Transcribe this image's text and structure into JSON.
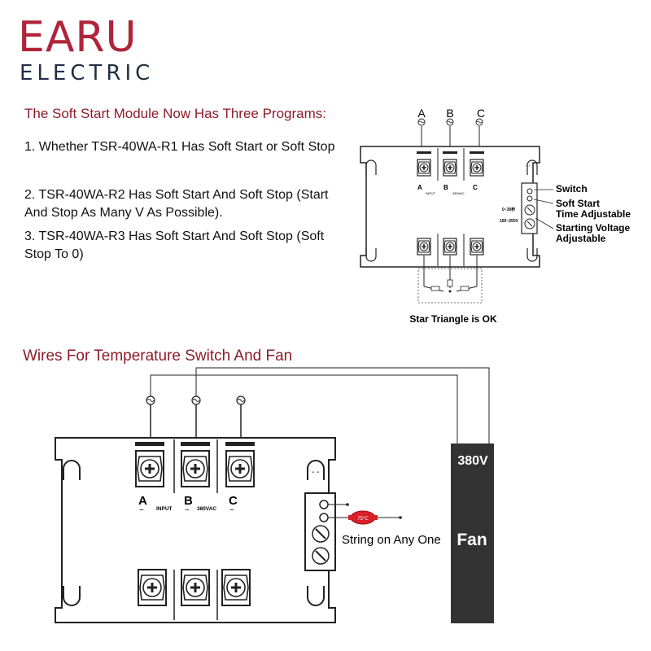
{
  "brand": {
    "name": "EARU",
    "sub": "ELECTRIC",
    "red": "#b0243a",
    "navy": "#1f2e44"
  },
  "programs": {
    "heading": "The Soft Start Module Now Has Three Programs:",
    "items": [
      "1. Whether TSR-40WA-R1 Has Soft Start or Soft Stop",
      "2. TSR-40WA-R2 Has Soft Start And Soft Stop (Start And Stop As Many V As Possible).",
      "3. TSR-40WA-R3 Has Soft Start And Soft Stop (Soft Stop To 0)"
    ]
  },
  "small_diagram": {
    "phases": [
      "A",
      "B",
      "C"
    ],
    "terminal_labels": [
      "A",
      "B",
      "C"
    ],
    "input_label": "INPUT",
    "voltage_label": "380VAC",
    "time_range": "0~30秒",
    "voltage_range": "150~250V",
    "switch_label": "Switch",
    "soft_start_label_1": "Soft Start",
    "soft_start_label_2": "Time Adjustable",
    "starting_voltage_label_1": "Starting Voltage",
    "starting_voltage_label_2": "Adjustable",
    "caption": "Star Triangle is OK"
  },
  "wires": {
    "heading": "Wires For Temperature Switch And Fan",
    "terminal_labels": [
      "A",
      "B",
      "C"
    ],
    "input_label": "INPUT",
    "voltage_label": "380VAC",
    "thermo_label": "75℃",
    "string_label": "String on Any One",
    "fan_voltage": "380V",
    "fan_label": "Fan",
    "heading_color": "#8e1b2a",
    "fan_color": "#333333",
    "thermo_color": "#d82028"
  }
}
